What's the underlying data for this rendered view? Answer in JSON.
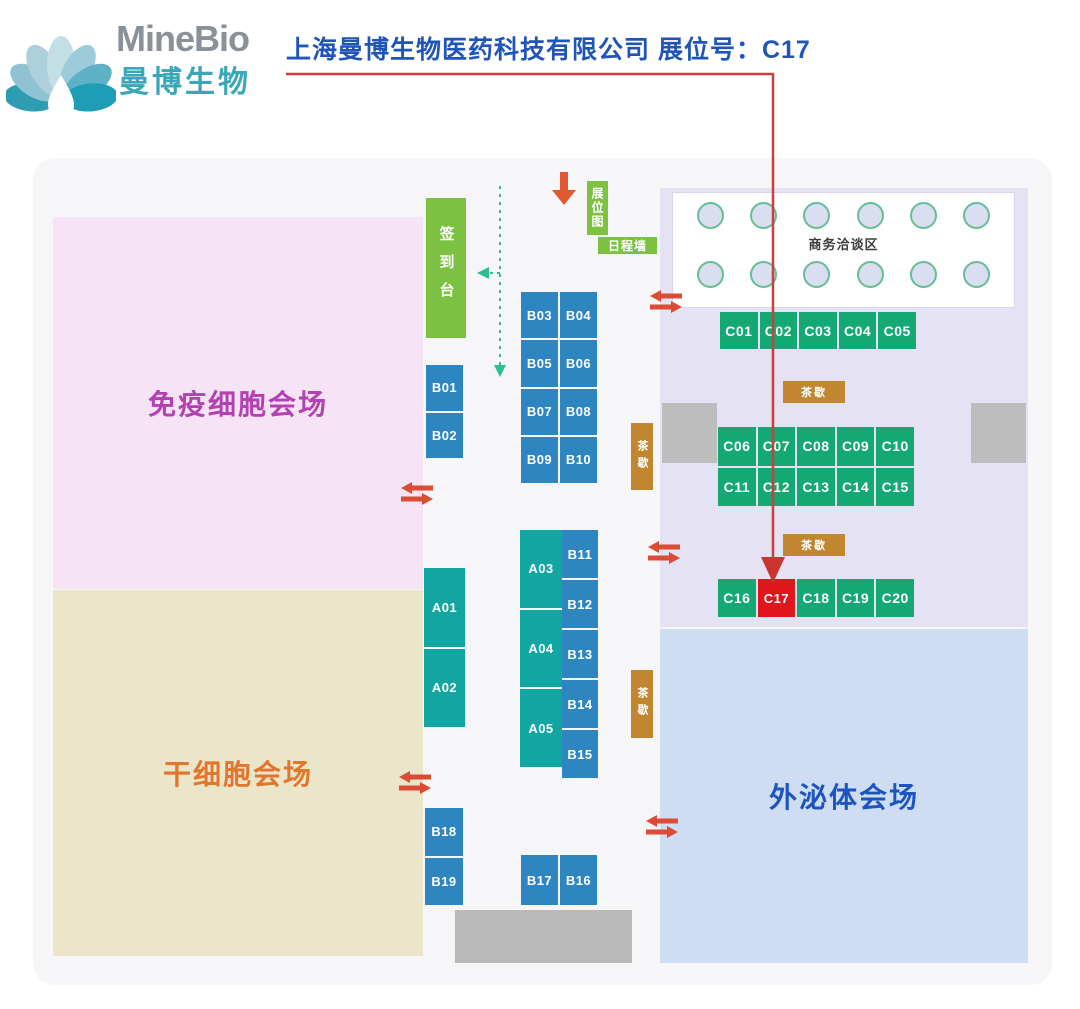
{
  "header": {
    "brand_en": "MineBio",
    "brand_cn": "曼博生物",
    "title": "上海曼博生物医药科技有限公司 展位号：C17"
  },
  "venues": {
    "immune_label": "免疫细胞会场",
    "stem_label": "干细胞会场",
    "exosome_label": "外泌体会场",
    "business_label": "商务洽谈区"
  },
  "facilities": {
    "signin": "签到台",
    "floorplan_wall": "展位图",
    "schedule_wall": "日程墙",
    "tea_break": "茶歇"
  },
  "booths": {
    "highlighted": "C17",
    "a": [
      "A01",
      "A02",
      "A03",
      "A04",
      "A05"
    ],
    "b": [
      "B01",
      "B02",
      "B03",
      "B04",
      "B05",
      "B06",
      "B07",
      "B08",
      "B09",
      "B10",
      "B11",
      "B12",
      "B13",
      "B14",
      "B15",
      "B16",
      "B17",
      "B18",
      "B19"
    ],
    "c": [
      "C01",
      "C02",
      "C03",
      "C04",
      "C05",
      "C06",
      "C07",
      "C08",
      "C09",
      "C10",
      "C11",
      "C12",
      "C13",
      "C14",
      "C15",
      "C16",
      "C17",
      "C18",
      "C19",
      "C20"
    ]
  },
  "colors": {
    "booth_blue": "#2E86C0",
    "booth_teal": "#11A6A1",
    "booth_green": "#14A974",
    "booth_highlight_red": "#E1161D",
    "facility_green": "#7CC142",
    "tea_brown": "#C1862F",
    "entrance_arrow": "#DC4B36",
    "walk_path_green": "#2FBE8F",
    "pointer_red": "#C9403A",
    "area_pink": "#F6E3F5",
    "area_purple": "#E5E2F4",
    "area_tan": "#EBE5C9",
    "area_blue": "#CFDDF3",
    "title_blue": "#1F55B8"
  }
}
